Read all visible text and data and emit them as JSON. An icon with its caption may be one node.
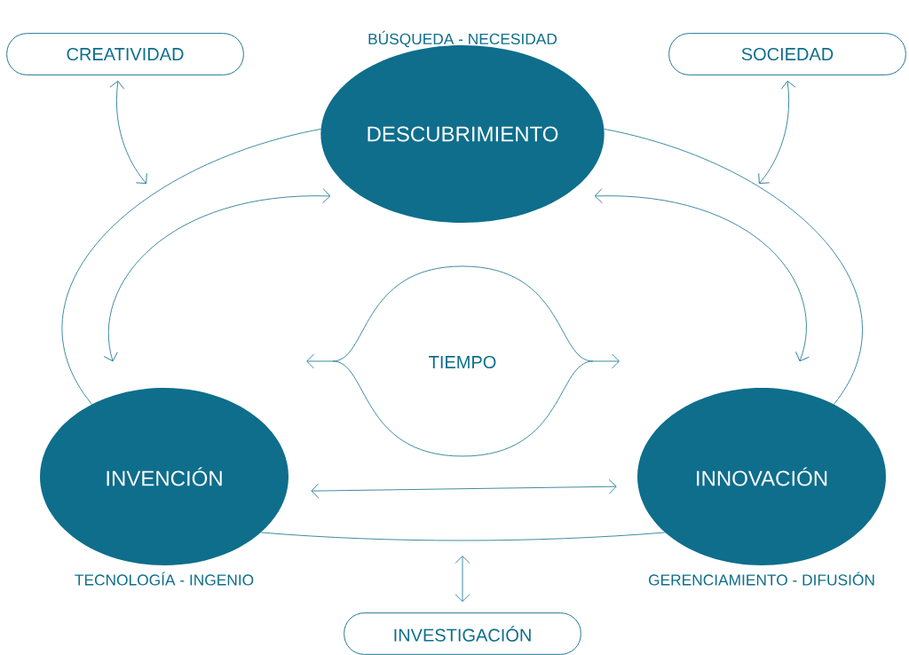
{
  "diagram": {
    "nodes": [
      {
        "text": [
          "CREATIVIDAD"
        ]
      },
      {
        "text": [
          "DESCUBRIMIENTO"
        ],
        "beside": [
          "BÚSQUEDA - NECESIDAD"
        ]
      },
      {
        "text": [
          "SOCIEDAD"
        ]
      },
      {
        "text": [
          "TIEMPO"
        ]
      },
      {
        "text": [
          "INVENCIÓN"
        ],
        "beside": [
          "TECNOLOGÍA - INGENIO"
        ]
      },
      {
        "text": [
          "INNOVACIÓN"
        ],
        "beside": [
          "GERENCIAMIENTO - DIFUSIÓN"
        ]
      },
      {
        "text": [
          "INVESTIGACIÓN"
        ]
      }
    ],
    "edges": [
      {
        "from": 1,
        "to": 4,
        "arrow": "none"
      },
      {
        "from": 1,
        "to": 4,
        "arrow": "both"
      },
      {
        "from": 1,
        "to": 5,
        "arrow": "none"
      },
      {
        "from": 1,
        "to": 5,
        "arrow": "both"
      },
      {
        "from": 4,
        "to": 5,
        "arrow": "none"
      },
      {
        "from": 4,
        "to": 5,
        "arrow": "both"
      },
      {
        "from": 0,
        "to": null,
        "arrow": "both"
      },
      {
        "from": 2,
        "to": null,
        "arrow": "both"
      },
      {
        "from": null,
        "to": 6,
        "arrow": "both"
      }
    ]
  }
}
